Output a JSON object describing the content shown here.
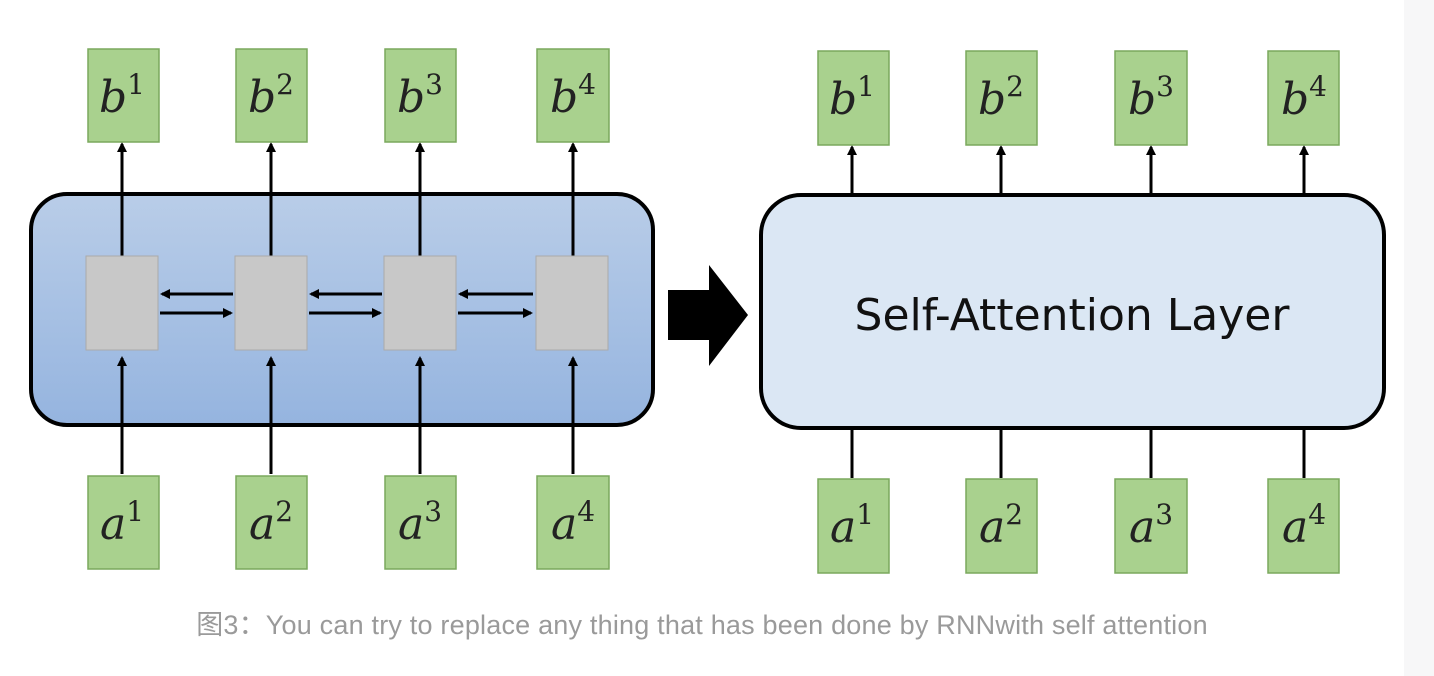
{
  "left_panel": {
    "outputs": [
      {
        "base": "b",
        "sup": "1"
      },
      {
        "base": "b",
        "sup": "2"
      },
      {
        "base": "b",
        "sup": "3"
      },
      {
        "base": "b",
        "sup": "4"
      }
    ],
    "inputs": [
      {
        "base": "a",
        "sup": "1"
      },
      {
        "base": "a",
        "sup": "2"
      },
      {
        "base": "a",
        "sup": "3"
      },
      {
        "base": "a",
        "sup": "4"
      }
    ]
  },
  "right_panel": {
    "layer_label": "Self-Attention Layer",
    "outputs": [
      {
        "base": "b",
        "sup": "1"
      },
      {
        "base": "b",
        "sup": "2"
      },
      {
        "base": "b",
        "sup": "3"
      },
      {
        "base": "b",
        "sup": "4"
      }
    ],
    "inputs": [
      {
        "base": "a",
        "sup": "1"
      },
      {
        "base": "a",
        "sup": "2"
      },
      {
        "base": "a",
        "sup": "3"
      },
      {
        "base": "a",
        "sup": "4"
      }
    ]
  },
  "caption": "图3：You can try to replace any thing that has been done by RNNwith self attention",
  "colors": {
    "token_fill": "#a9d18e",
    "token_stroke": "#7aa85d",
    "rnn_box_top": "#b7cbe6",
    "rnn_box_bottom": "#97b6e0",
    "cell_fill": "#c9c9c9",
    "attention_fill": "#dae7f5",
    "arrow_color": "#000000"
  }
}
